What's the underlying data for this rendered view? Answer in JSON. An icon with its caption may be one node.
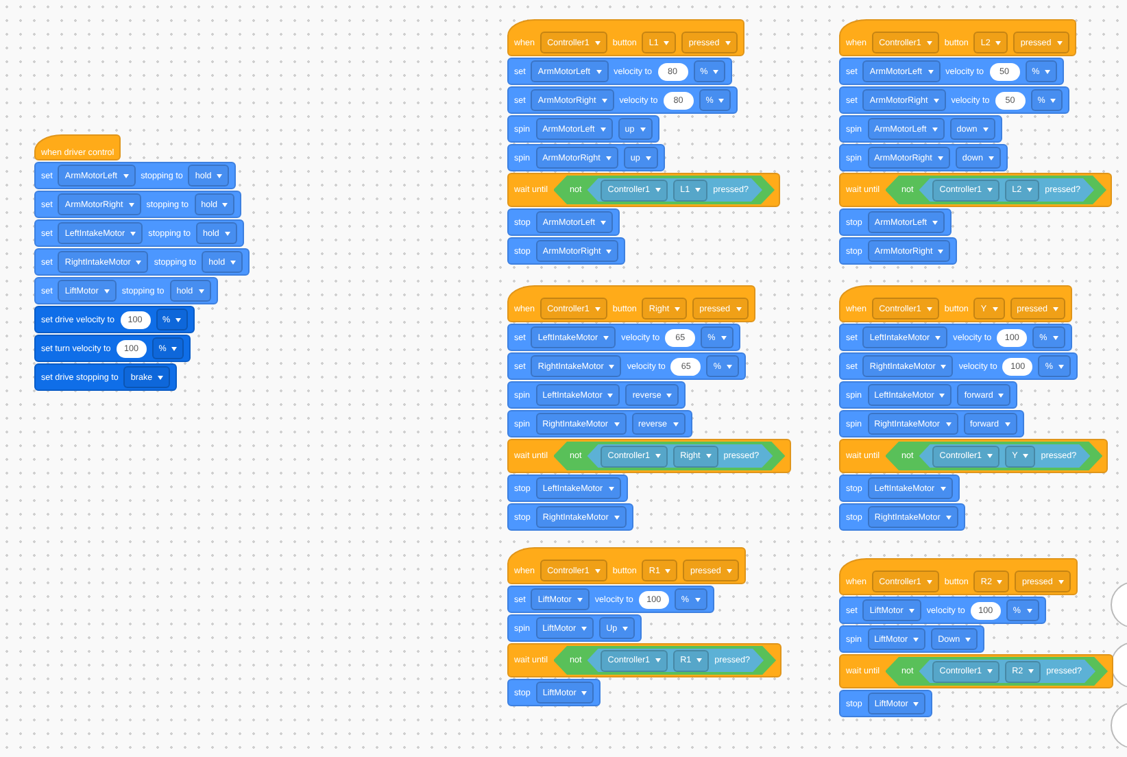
{
  "diagram": {
    "nodes": [
      {
        "text": [
          "when driver control"
        ]
      },
      {
        "text": [
          "set",
          "stopping to"
        ]
      },
      {
        "text": [
          "ArmMotorLeft"
        ],
        "in": 1
      },
      {
        "text": [
          "hold"
        ],
        "in": 1
      },
      {
        "text": [
          "set",
          "stopping to"
        ]
      },
      {
        "text": [
          "ArmMotorRight"
        ],
        "in": 4
      },
      {
        "text": [
          "hold"
        ],
        "in": 4
      },
      {
        "text": [
          "set",
          "stopping to"
        ]
      },
      {
        "text": [
          "LeftIntakeMotor"
        ],
        "in": 7
      },
      {
        "text": [
          "hold"
        ],
        "in": 7
      },
      {
        "text": [
          "set",
          "stopping to"
        ]
      },
      {
        "text": [
          "RightIntakeMotor"
        ],
        "in": 10
      },
      {
        "text": [
          "hold"
        ],
        "in": 10
      },
      {
        "text": [
          "set",
          "stopping to"
        ]
      },
      {
        "text": [
          "LiftMotor"
        ],
        "in": 13
      },
      {
        "text": [
          "hold"
        ],
        "in": 13
      },
      {
        "text": [
          "set drive velocity to"
        ]
      },
      {
        "text": [
          "100"
        ],
        "in": 16
      },
      {
        "text": [
          "%"
        ],
        "in": 16
      },
      {
        "text": [
          "set turn velocity to"
        ]
      },
      {
        "text": [
          "100"
        ],
        "in": 19
      },
      {
        "text": [
          "%"
        ],
        "in": 19
      },
      {
        "text": [
          "set drive stopping to"
        ]
      },
      {
        "text": [
          "brake"
        ],
        "in": 22
      },
      {
        "text": [
          "when",
          "button"
        ]
      },
      {
        "text": [
          "Controller1"
        ],
        "in": 24
      },
      {
        "text": [
          "L1"
        ],
        "in": 24
      },
      {
        "text": [
          "pressed"
        ],
        "in": 24
      },
      {
        "text": [
          "set",
          "velocity to"
        ]
      },
      {
        "text": [
          "ArmMotorLeft"
        ],
        "in": 28
      },
      {
        "text": [
          "80"
        ],
        "in": 28
      },
      {
        "text": [
          "%"
        ],
        "in": 28
      },
      {
        "text": [
          "set",
          "velocity to"
        ]
      },
      {
        "text": [
          "ArmMotorRight"
        ],
        "in": 32
      },
      {
        "text": [
          "80"
        ],
        "in": 32
      },
      {
        "text": [
          "%"
        ],
        "in": 32
      },
      {
        "text": [
          "spin"
        ]
      },
      {
        "text": [
          "ArmMotorLeft"
        ],
        "in": 36
      },
      {
        "text": [
          "up"
        ],
        "in": 36
      },
      {
        "text": [
          "spin"
        ]
      },
      {
        "text": [
          "ArmMotorRight"
        ],
        "in": 39
      },
      {
        "text": [
          "up"
        ],
        "in": 39
      },
      {
        "text": [
          "wait until"
        ]
      },
      {
        "text": [
          "not"
        ],
        "in": 42
      },
      {
        "text": [
          "pressed?"
        ],
        "in": 43
      },
      {
        "text": [
          "Controller1"
        ],
        "in": 44
      },
      {
        "text": [
          "L1"
        ],
        "in": 44
      },
      {
        "text": [
          "stop"
        ]
      },
      {
        "text": [
          "ArmMotorLeft"
        ],
        "in": 47
      },
      {
        "text": [
          "stop"
        ]
      },
      {
        "text": [
          "ArmMotorRight"
        ],
        "in": 49
      },
      {
        "text": [
          "when",
          "button"
        ]
      },
      {
        "text": [
          "Controller1"
        ],
        "in": 51
      },
      {
        "text": [
          "L2"
        ],
        "in": 51
      },
      {
        "text": [
          "pressed"
        ],
        "in": 51
      },
      {
        "text": [
          "set",
          "velocity to"
        ]
      },
      {
        "text": [
          "ArmMotorLeft"
        ],
        "in": 55
      },
      {
        "text": [
          "50"
        ],
        "in": 55
      },
      {
        "text": [
          "%"
        ],
        "in": 55
      },
      {
        "text": [
          "set",
          "velocity to"
        ]
      },
      {
        "text": [
          "ArmMotorRight"
        ],
        "in": 59
      },
      {
        "text": [
          "50"
        ],
        "in": 59
      },
      {
        "text": [
          "%"
        ],
        "in": 59
      },
      {
        "text": [
          "spin"
        ]
      },
      {
        "text": [
          "ArmMotorLeft"
        ],
        "in": 63
      },
      {
        "text": [
          "down"
        ],
        "in": 63
      },
      {
        "text": [
          "spin"
        ]
      },
      {
        "text": [
          "ArmMotorRight"
        ],
        "in": 66
      },
      {
        "text": [
          "down"
        ],
        "in": 66
      },
      {
        "text": [
          "wait until"
        ]
      },
      {
        "text": [
          "not"
        ],
        "in": 69
      },
      {
        "text": [
          "pressed?"
        ],
        "in": 70
      },
      {
        "text": [
          "Controller1"
        ],
        "in": 71
      },
      {
        "text": [
          "L2"
        ],
        "in": 71
      },
      {
        "text": [
          "stop"
        ]
      },
      {
        "text": [
          "ArmMotorLeft"
        ],
        "in": 74
      },
      {
        "text": [
          "stop"
        ]
      },
      {
        "text": [
          "ArmMotorRight"
        ],
        "in": 76
      },
      {
        "text": [
          "when",
          "button"
        ]
      },
      {
        "text": [
          "Controller1"
        ],
        "in": 78
      },
      {
        "text": [
          "Right"
        ],
        "in": 78
      },
      {
        "text": [
          "pressed"
        ],
        "in": 78
      },
      {
        "text": [
          "set",
          "velocity to"
        ]
      },
      {
        "text": [
          "LeftIntakeMotor"
        ],
        "in": 82
      },
      {
        "text": [
          "65"
        ],
        "in": 82
      },
      {
        "text": [
          "%"
        ],
        "in": 82
      },
      {
        "text": [
          "set",
          "velocity to"
        ]
      },
      {
        "text": [
          "RightIntakeMotor"
        ],
        "in": 86
      },
      {
        "text": [
          "65"
        ],
        "in": 86
      },
      {
        "text": [
          "%"
        ],
        "in": 86
      },
      {
        "text": [
          "spin"
        ]
      },
      {
        "text": [
          "LeftIntakeMotor"
        ],
        "in": 90
      },
      {
        "text": [
          "reverse"
        ],
        "in": 90
      },
      {
        "text": [
          "spin"
        ]
      },
      {
        "text": [
          "RightIntakeMotor"
        ],
        "in": 93
      },
      {
        "text": [
          "reverse"
        ],
        "in": 93
      },
      {
        "text": [
          "wait until"
        ]
      },
      {
        "text": [
          "not"
        ],
        "in": 96
      },
      {
        "text": [
          "pressed?"
        ],
        "in": 97
      },
      {
        "text": [
          "Controller1"
        ],
        "in": 98
      },
      {
        "text": [
          "Right"
        ],
        "in": 98
      },
      {
        "text": [
          "stop"
        ]
      },
      {
        "text": [
          "LeftIntakeMotor"
        ],
        "in": 101
      },
      {
        "text": [
          "stop"
        ]
      },
      {
        "text": [
          "RightIntakeMotor"
        ],
        "in": 103
      },
      {
        "text": [
          "when",
          "button"
        ]
      },
      {
        "text": [
          "Controller1"
        ],
        "in": 105
      },
      {
        "text": [
          "Y"
        ],
        "in": 105
      },
      {
        "text": [
          "pressed"
        ],
        "in": 105
      },
      {
        "text": [
          "set",
          "velocity to"
        ]
      },
      {
        "text": [
          "LeftIntakeMotor"
        ],
        "in": 109
      },
      {
        "text": [
          "100"
        ],
        "in": 109
      },
      {
        "text": [
          "%"
        ],
        "in": 109
      },
      {
        "text": [
          "set",
          "velocity to"
        ]
      },
      {
        "text": [
          "RightIntakeMotor"
        ],
        "in": 113
      },
      {
        "text": [
          "100"
        ],
        "in": 113
      },
      {
        "text": [
          "%"
        ],
        "in": 113
      },
      {
        "text": [
          "spin"
        ]
      },
      {
        "text": [
          "LeftIntakeMotor"
        ],
        "in": 117
      },
      {
        "text": [
          "forward"
        ],
        "in": 117
      },
      {
        "text": [
          "spin"
        ]
      },
      {
        "text": [
          "RightIntakeMotor"
        ],
        "in": 120
      },
      {
        "text": [
          "forward"
        ],
        "in": 120
      },
      {
        "text": [
          "wait until"
        ]
      },
      {
        "text": [
          "not"
        ],
        "in": 123
      },
      {
        "text": [
          "pressed?"
        ],
        "in": 124
      },
      {
        "text": [
          "Controller1"
        ],
        "in": 125
      },
      {
        "text": [
          "Y"
        ],
        "in": 125
      },
      {
        "text": [
          "stop"
        ]
      },
      {
        "text": [
          "LeftIntakeMotor"
        ],
        "in": 128
      },
      {
        "text": [
          "stop"
        ]
      },
      {
        "text": [
          "RightIntakeMotor"
        ],
        "in": 130
      },
      {
        "text": [
          "when",
          "button"
        ]
      },
      {
        "text": [
          "Controller1"
        ],
        "in": 132
      },
      {
        "text": [
          "R1"
        ],
        "in": 132
      },
      {
        "text": [
          "pressed"
        ],
        "in": 132
      },
      {
        "text": [
          "set",
          "velocity to"
        ]
      },
      {
        "text": [
          "LiftMotor"
        ],
        "in": 136
      },
      {
        "text": [
          "100"
        ],
        "in": 136
      },
      {
        "text": [
          "%"
        ],
        "in": 136
      },
      {
        "text": [
          "spin"
        ]
      },
      {
        "text": [
          "LiftMotor"
        ],
        "in": 140
      },
      {
        "text": [
          "Up"
        ],
        "in": 140
      },
      {
        "text": [
          "wait until"
        ]
      },
      {
        "text": [
          "not"
        ],
        "in": 143
      },
      {
        "text": [
          "pressed?"
        ],
        "in": 144
      },
      {
        "text": [
          "Controller1"
        ],
        "in": 145
      },
      {
        "text": [
          "R1"
        ],
        "in": 145
      },
      {
        "text": [
          "stop"
        ]
      },
      {
        "text": [
          "LiftMotor"
        ],
        "in": 148
      },
      {
        "text": [
          "when",
          "button"
        ]
      },
      {
        "text": [
          "Controller1"
        ],
        "in": 150
      },
      {
        "text": [
          "R2"
        ],
        "in": 150
      },
      {
        "text": [
          "pressed"
        ],
        "in": 150
      },
      {
        "text": [
          "set",
          "velocity to"
        ]
      },
      {
        "text": [
          "LiftMotor"
        ],
        "in": 154
      },
      {
        "text": [
          "100"
        ],
        "in": 154
      },
      {
        "text": [
          "%"
        ],
        "in": 154
      },
      {
        "text": [
          "spin"
        ]
      },
      {
        "text": [
          "LiftMotor"
        ],
        "in": 158
      },
      {
        "text": [
          "Down"
        ],
        "in": 158
      },
      {
        "text": [
          "wait until"
        ]
      },
      {
        "text": [
          "not"
        ],
        "in": 161
      },
      {
        "text": [
          "pressed?"
        ],
        "in": 162
      },
      {
        "text": [
          "Controller1"
        ],
        "in": 163
      },
      {
        "text": [
          "R2"
        ],
        "in": 163
      },
      {
        "text": [
          "stop"
        ]
      },
      {
        "text": [
          "LiftMotor"
        ],
        "in": 166
      }
    ]
  }
}
